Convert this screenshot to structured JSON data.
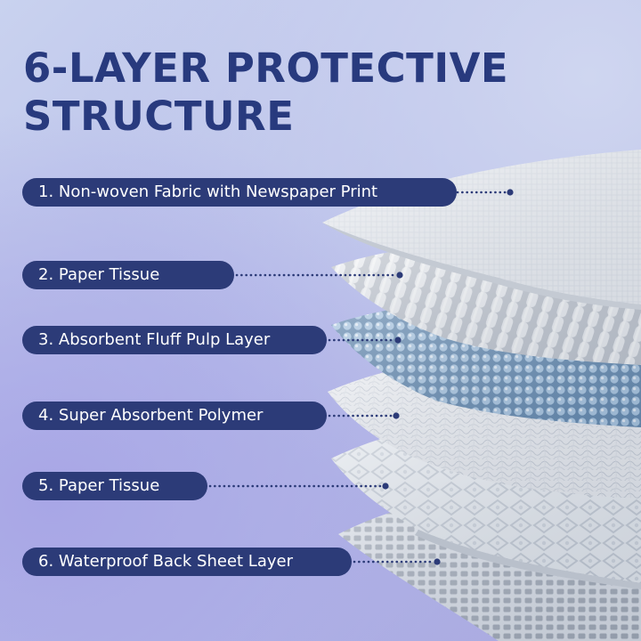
{
  "title": {
    "line1": "6-LAYER PROTECTIVE",
    "line2": "STRUCTURE"
  },
  "layers": [
    {
      "label": "1. Non-woven Fabric with Newspaper Print",
      "texture": "fabric"
    },
    {
      "label": "2. Paper Tissue",
      "texture": "ribbed"
    },
    {
      "label": "3. Absorbent Fluff Pulp Layer",
      "texture": "blue-dots"
    },
    {
      "label": "4. Super Absorbent Polymer",
      "texture": "fluff"
    },
    {
      "label": "5. Paper Tissue",
      "texture": "embossed"
    },
    {
      "label": "6. Waterproof Back Sheet Layer",
      "texture": "grid"
    }
  ],
  "colors": {
    "title": "#283a7e",
    "pill": "#2c3b78",
    "pill_text": "#ffffff",
    "connector": "#2c3b78"
  }
}
